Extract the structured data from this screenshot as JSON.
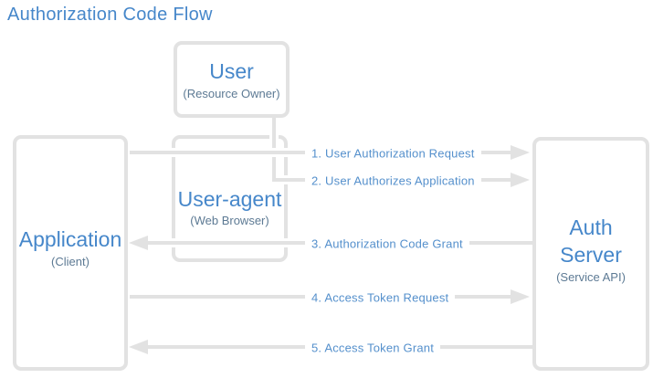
{
  "title": "Authorization Code Flow",
  "nodes": {
    "user": {
      "label": "User",
      "sublabel": "(Resource Owner)"
    },
    "user_agent": {
      "label": "User-agent",
      "sublabel": "(Web Browser)"
    },
    "application": {
      "label": "Application",
      "sublabel": "(Client)"
    },
    "auth_server": {
      "label": "Auth Server",
      "sublabel": "(Service API)"
    }
  },
  "flows": [
    {
      "label": "1. User Authorization Request",
      "direction": "right"
    },
    {
      "label": "2. User Authorizes Application",
      "direction": "right"
    },
    {
      "label": "3. Authorization Code Grant",
      "direction": "left"
    },
    {
      "label": "4. Access Token Request",
      "direction": "right"
    },
    {
      "label": "5. Access Token Grant",
      "direction": "left"
    }
  ],
  "colors": {
    "title_blue": "#4687ca",
    "label_blue": "#5590cc",
    "sub_text": "#5d7a94",
    "line_gray": "#e2e2e2"
  }
}
